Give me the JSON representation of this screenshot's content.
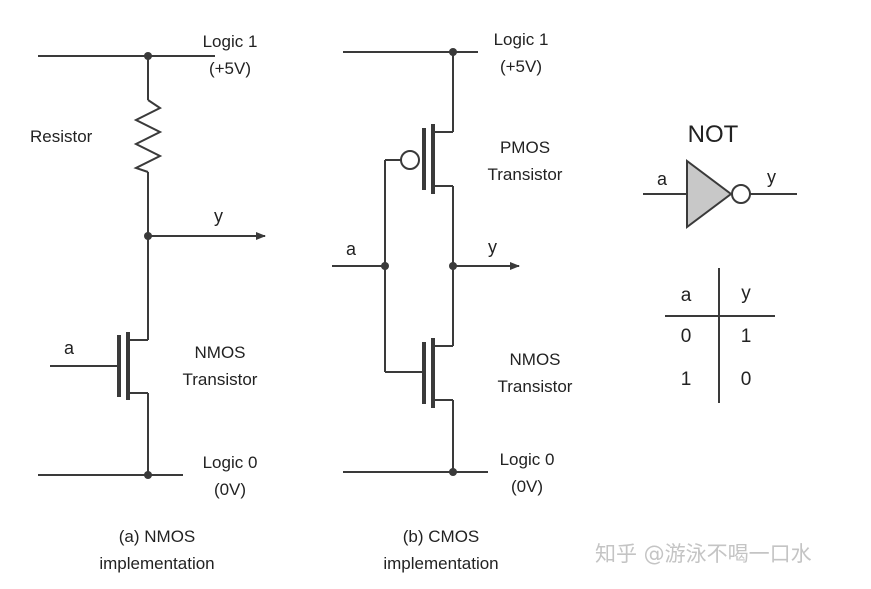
{
  "colors": {
    "wire": "#3a3a3a",
    "gate_fill": "#c8c8c8",
    "text": "#222222",
    "watermark": "#c4c4c4"
  },
  "nmos_circuit": {
    "vdd_label_1": "Logic 1",
    "vdd_label_2": "(+5V)",
    "resistor_label": "Resistor",
    "output_label": "y",
    "input_label": "a",
    "transistor_label_1": "NMOS",
    "transistor_label_2": "Transistor",
    "gnd_label_1": "Logic 0",
    "gnd_label_2": "(0V)",
    "caption_1": "(a) NMOS",
    "caption_2": "implementation"
  },
  "cmos_circuit": {
    "vdd_label_1": "Logic 1",
    "vdd_label_2": "(+5V)",
    "pmos_label_1": "PMOS",
    "pmos_label_2": "Transistor",
    "input_label": "a",
    "output_label": "y",
    "nmos_label_1": "NMOS",
    "nmos_label_2": "Transistor",
    "gnd_label_1": "Logic 0",
    "gnd_label_2": "(0V)",
    "caption_1": "(b) CMOS",
    "caption_2": "implementation"
  },
  "not_gate": {
    "title": "NOT",
    "input_label": "a",
    "output_label": "y"
  },
  "truth_table": {
    "headers": [
      "a",
      "y"
    ],
    "rows": [
      [
        "0",
        "1"
      ],
      [
        "1",
        "0"
      ]
    ]
  },
  "watermark": "知乎 @游泳不喝一口水"
}
